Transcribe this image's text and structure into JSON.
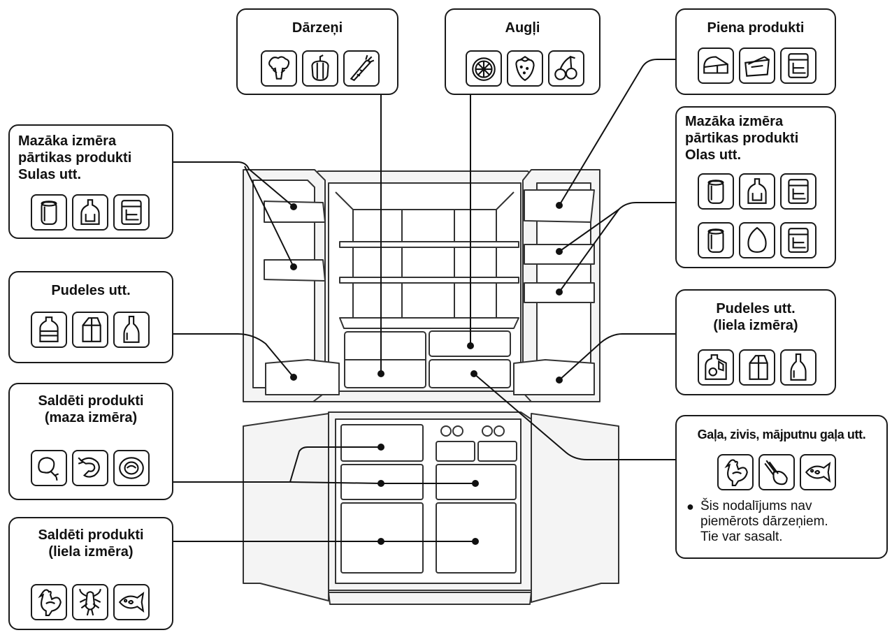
{
  "labels": {
    "darzeni": "Dārzeņi",
    "augli": "Augļi",
    "piena": "Piena produkti",
    "maz_sulas": [
      "Mazāka izmēra",
      "pārtikas produkti",
      "Sulas utt."
    ],
    "maz_olas": [
      "Mazāka izmēra",
      "pārtikas produkti",
      "Olas utt."
    ],
    "pudeles": "Pudeles utt.",
    "pudeles_liela": [
      "Pudeles utt.",
      "(liela izmēra)"
    ],
    "saldeti_maza": [
      "Saldēti produkti",
      "(maza izmēra)"
    ],
    "saldeti_liela": [
      "Saldēti produkti",
      "(liela izmēra)"
    ],
    "gala": "Gaļa, zivis, mājputnu gaļa utt.",
    "note": [
      "Šis nodalījums nav",
      "piemērots dārzeņiem.",
      "Tie var sasalt."
    ]
  },
  "icons": {
    "darzeni": [
      "broccoli-icon",
      "pepper-icon",
      "carrot-icon"
    ],
    "augli": [
      "orange-slice-icon",
      "strawberry-icon",
      "cherry-icon"
    ],
    "piena": [
      "cheese-icon",
      "butter-icon",
      "container-icon"
    ],
    "maz_sulas": [
      "can-icon",
      "sauce-bottle-icon",
      "container-icon"
    ],
    "maz_olas_1": [
      "can-icon",
      "sauce-bottle-icon",
      "container-icon"
    ],
    "maz_olas_2": [
      "can-icon",
      "egg-icon",
      "container-icon"
    ],
    "pudeles": [
      "water-bottle-icon",
      "milk-carton-icon",
      "wine-bottle-icon"
    ],
    "pudeles_liela": [
      "jug-icon",
      "milk-carton-icon",
      "wine-bottle-icon"
    ],
    "saldeti_maza": [
      "chicken-leg-icon",
      "shrimp-icon",
      "fish-steak-icon"
    ],
    "saldeti_liela": [
      "rooster-icon",
      "lobster-icon",
      "fish-icon"
    ],
    "gala": [
      "rooster-icon",
      "drumstick-icon",
      "fish-icon"
    ]
  }
}
